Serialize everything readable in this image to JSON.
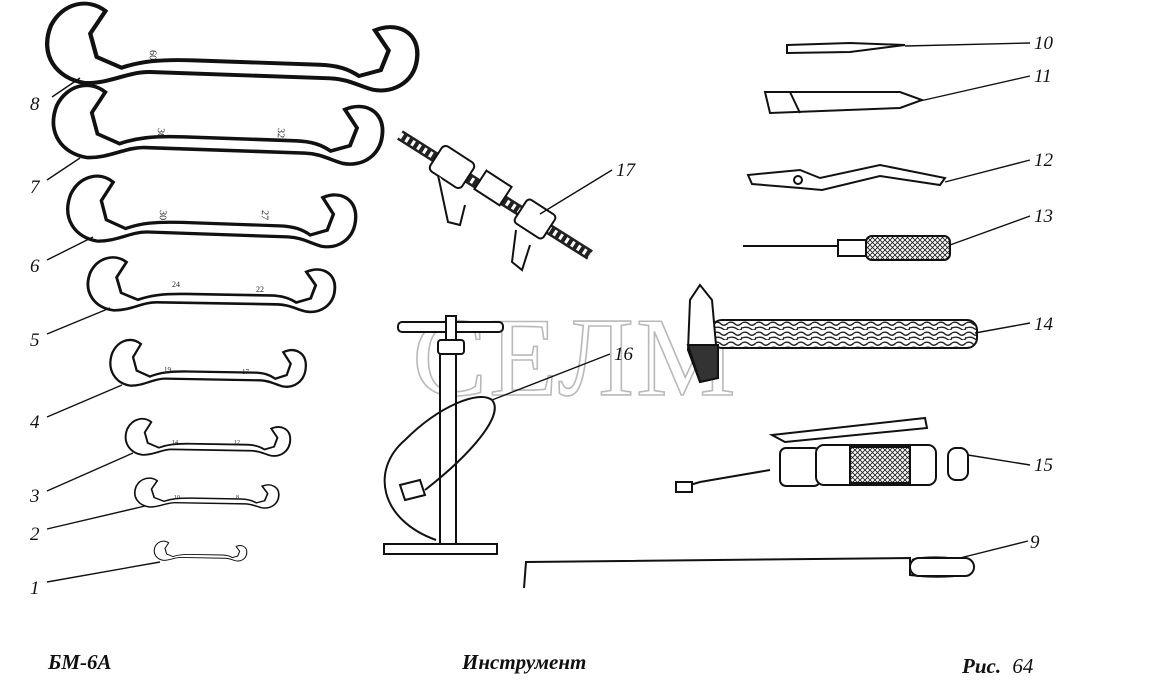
{
  "watermark": "СЕЛМ",
  "footer": {
    "model": "БМ-6А",
    "title": "Инструмент",
    "figure_prefix": "Рис.",
    "figure_number": "64"
  },
  "callouts": [
    {
      "id": "1",
      "label": "1",
      "item": "wrench-smallest"
    },
    {
      "id": "2",
      "label": "2",
      "item": "wrench-2"
    },
    {
      "id": "3",
      "label": "3",
      "item": "wrench-3"
    },
    {
      "id": "4",
      "label": "4",
      "item": "wrench-4"
    },
    {
      "id": "5",
      "label": "5",
      "item": "wrench-5"
    },
    {
      "id": "6",
      "label": "6",
      "item": "wrench-6"
    },
    {
      "id": "7",
      "label": "7",
      "item": "wrench-7"
    },
    {
      "id": "8",
      "label": "8",
      "item": "wrench-largest"
    },
    {
      "id": "9",
      "label": "9",
      "item": "rod-hook"
    },
    {
      "id": "10",
      "label": "10",
      "item": "punch"
    },
    {
      "id": "11",
      "label": "11",
      "item": "flat-chisel"
    },
    {
      "id": "12",
      "label": "12",
      "item": "pliers"
    },
    {
      "id": "13",
      "label": "13",
      "item": "screwdriver"
    },
    {
      "id": "14",
      "label": "14",
      "item": "hammer"
    },
    {
      "id": "15",
      "label": "15",
      "item": "grease-gun"
    },
    {
      "id": "16",
      "label": "16",
      "item": "tire-pump"
    },
    {
      "id": "17",
      "label": "17",
      "item": "puller"
    }
  ],
  "wrench_marks": {
    "w8": [
      "60",
      ""
    ],
    "w7": [
      "36",
      "32"
    ],
    "w6": [
      "30",
      "27"
    ],
    "w5": [
      "24",
      "22"
    ],
    "w4": [
      "19",
      "17"
    ],
    "w3": [
      "14",
      "12"
    ],
    "w2": [
      "10",
      "8"
    ],
    "w1": [
      "",
      ""
    ]
  }
}
